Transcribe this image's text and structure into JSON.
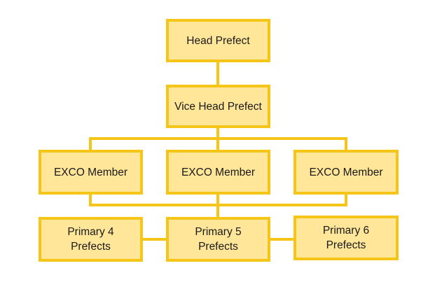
{
  "colors": {
    "node_fill": "#ffe699",
    "node_border": "#f5c518",
    "connector": "#f5c518",
    "text": "#1a1a1a"
  },
  "nodes": {
    "head_prefect": "Head Prefect",
    "vice_head_prefect": "Vice Head Prefect",
    "exco_member_left": "EXCO Member",
    "exco_member_center": "EXCO Member",
    "exco_member_right": "EXCO Member",
    "primary_4_prefects": "Primary 4\nPrefects",
    "primary_5_prefects": "Primary 5\nPrefects",
    "primary_6_prefects": "Primary 6\nPrefects"
  }
}
